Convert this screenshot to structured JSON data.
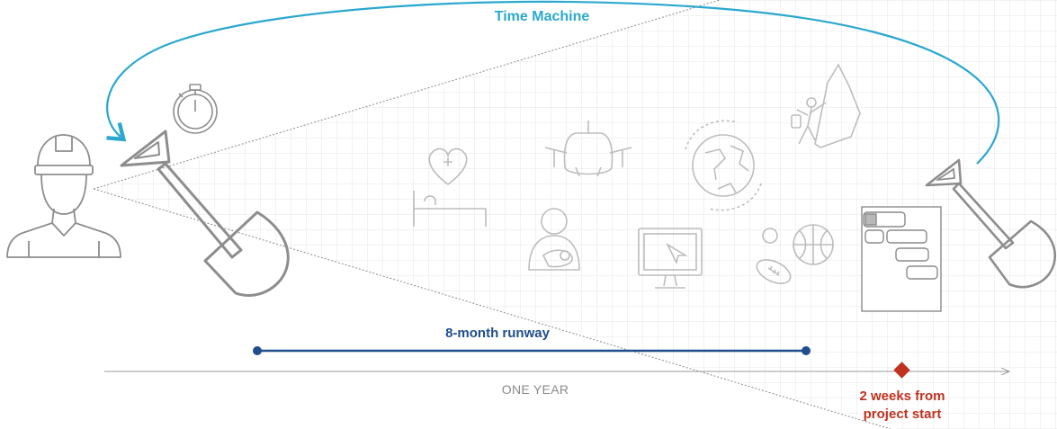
{
  "labels": {
    "time_machine": "Time Machine",
    "runway": "8-month runway",
    "one_year": "ONE YEAR",
    "milestone_line1": "2 weeks from",
    "milestone_line2": "project start"
  },
  "icons": {
    "person": "construction-worker-icon",
    "stopwatch": "stopwatch-icon",
    "shovel": "shovel-icon",
    "health": "heart-cross-hospital-bed-icon",
    "airplane": "airplane-icon",
    "globe": "globe-icon",
    "climber": "rock-climber-icon",
    "baby": "parent-with-baby-icon",
    "computer": "computer-monitor-icon",
    "sports": "sports-balls-icon",
    "gantt": "gantt-chart-icon"
  },
  "colors": {
    "time_machine": "#2aa8cf",
    "runway": "#1f4e8c",
    "milestone": "#c0321e",
    "axis": "#9a9a9a",
    "icon": "#999999",
    "grid": "#e6e6e6"
  }
}
